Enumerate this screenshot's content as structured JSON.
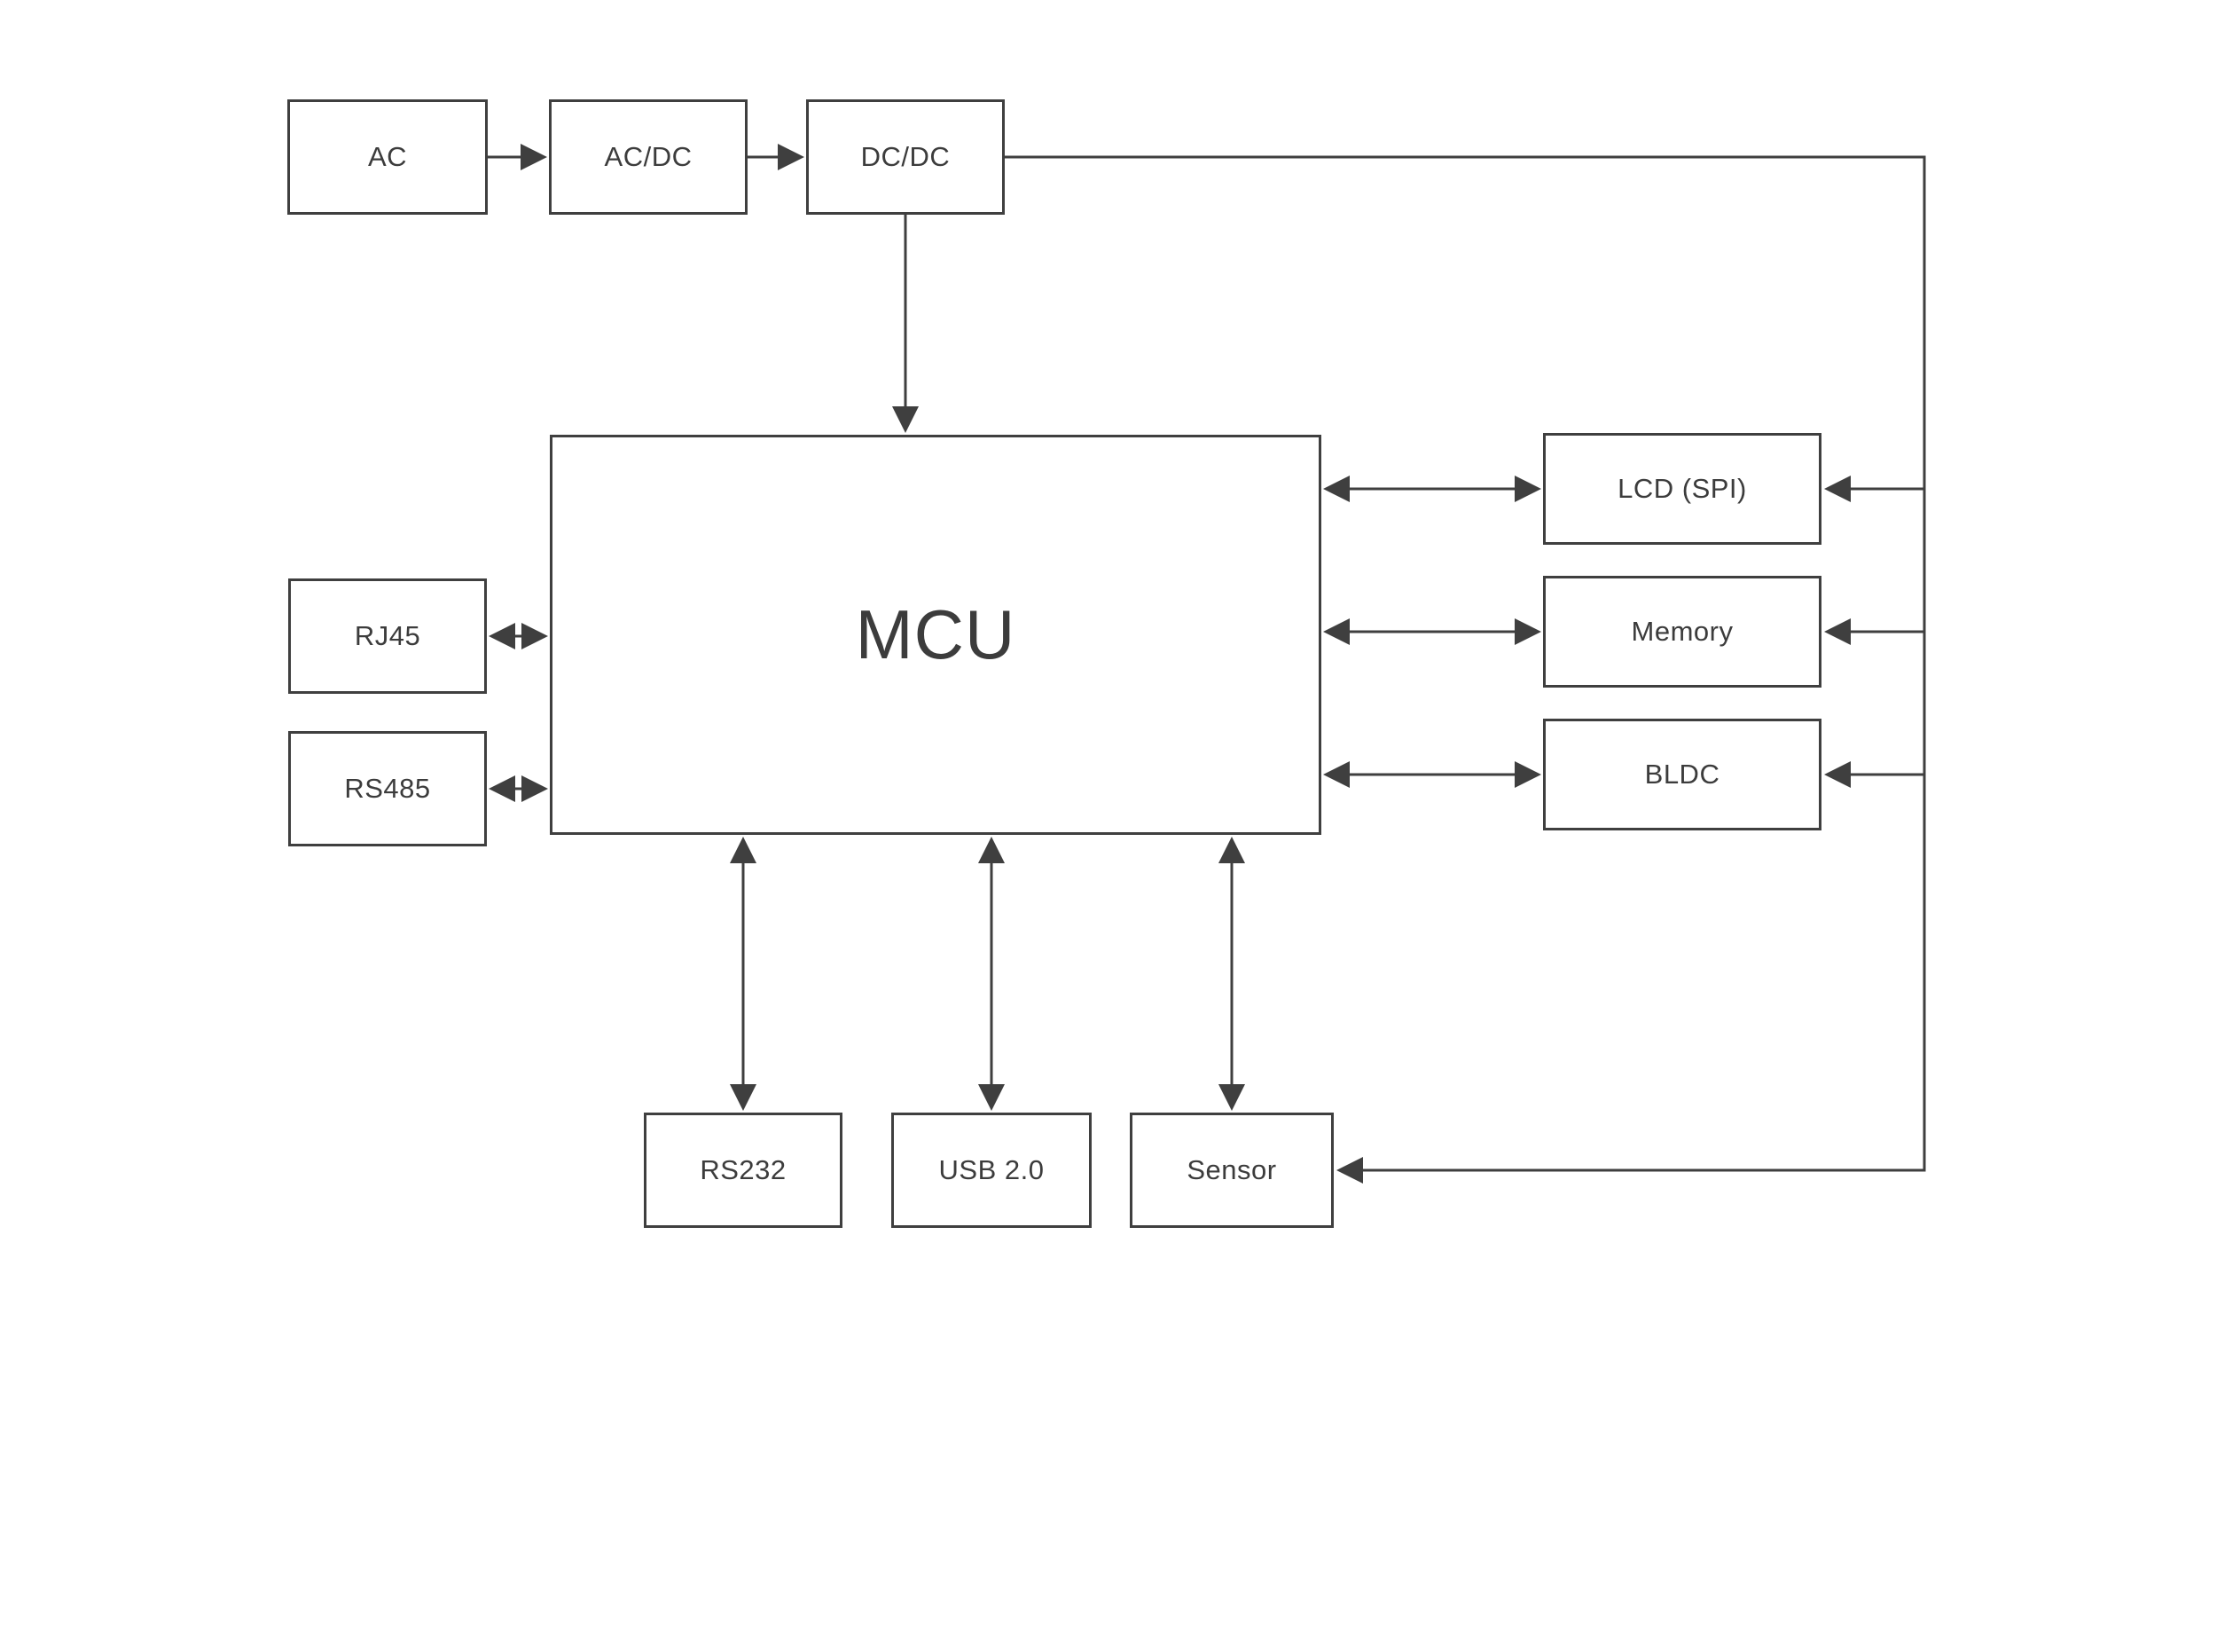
{
  "diagram": {
    "type": "block-diagram",
    "background_color": "#ffffff",
    "line_color": "#3f3f3f",
    "text_color": "#3c3c3c",
    "box_fill": "#ffffff",
    "nodes": {
      "ac": {
        "label": "AC"
      },
      "acdc": {
        "label": "AC/DC"
      },
      "dcdc": {
        "label": "DC/DC"
      },
      "mcu": {
        "label": "MCU"
      },
      "rj45": {
        "label": "RJ45"
      },
      "rs485": {
        "label": "RS485"
      },
      "lcd": {
        "label": "LCD (SPI)"
      },
      "memory": {
        "label": "Memory"
      },
      "bldc": {
        "label": "BLDC"
      },
      "rs232": {
        "label": "RS232"
      },
      "usb": {
        "label": "USB 2.0"
      },
      "sensor": {
        "label": "Sensor"
      }
    },
    "connections": [
      {
        "from": "AC",
        "to": "AC/DC",
        "direction": "one-way"
      },
      {
        "from": "AC/DC",
        "to": "DC/DC",
        "direction": "one-way"
      },
      {
        "from": "DC/DC",
        "to": "MCU",
        "direction": "one-way"
      },
      {
        "from": "DC/DC",
        "to": "LCD (SPI)",
        "direction": "one-way",
        "via": "right power rail"
      },
      {
        "from": "DC/DC",
        "to": "Memory",
        "direction": "one-way",
        "via": "right power rail"
      },
      {
        "from": "DC/DC",
        "to": "BLDC",
        "direction": "one-way",
        "via": "right power rail"
      },
      {
        "from": "DC/DC",
        "to": "Sensor",
        "direction": "one-way",
        "via": "right power rail"
      },
      {
        "from": "MCU",
        "to": "LCD (SPI)",
        "direction": "two-way"
      },
      {
        "from": "MCU",
        "to": "Memory",
        "direction": "two-way"
      },
      {
        "from": "MCU",
        "to": "BLDC",
        "direction": "two-way"
      },
      {
        "from": "MCU",
        "to": "RJ45",
        "direction": "two-way"
      },
      {
        "from": "MCU",
        "to": "RS485",
        "direction": "two-way"
      },
      {
        "from": "MCU",
        "to": "RS232",
        "direction": "two-way"
      },
      {
        "from": "MCU",
        "to": "USB 2.0",
        "direction": "two-way"
      },
      {
        "from": "MCU",
        "to": "Sensor",
        "direction": "two-way"
      }
    ]
  }
}
